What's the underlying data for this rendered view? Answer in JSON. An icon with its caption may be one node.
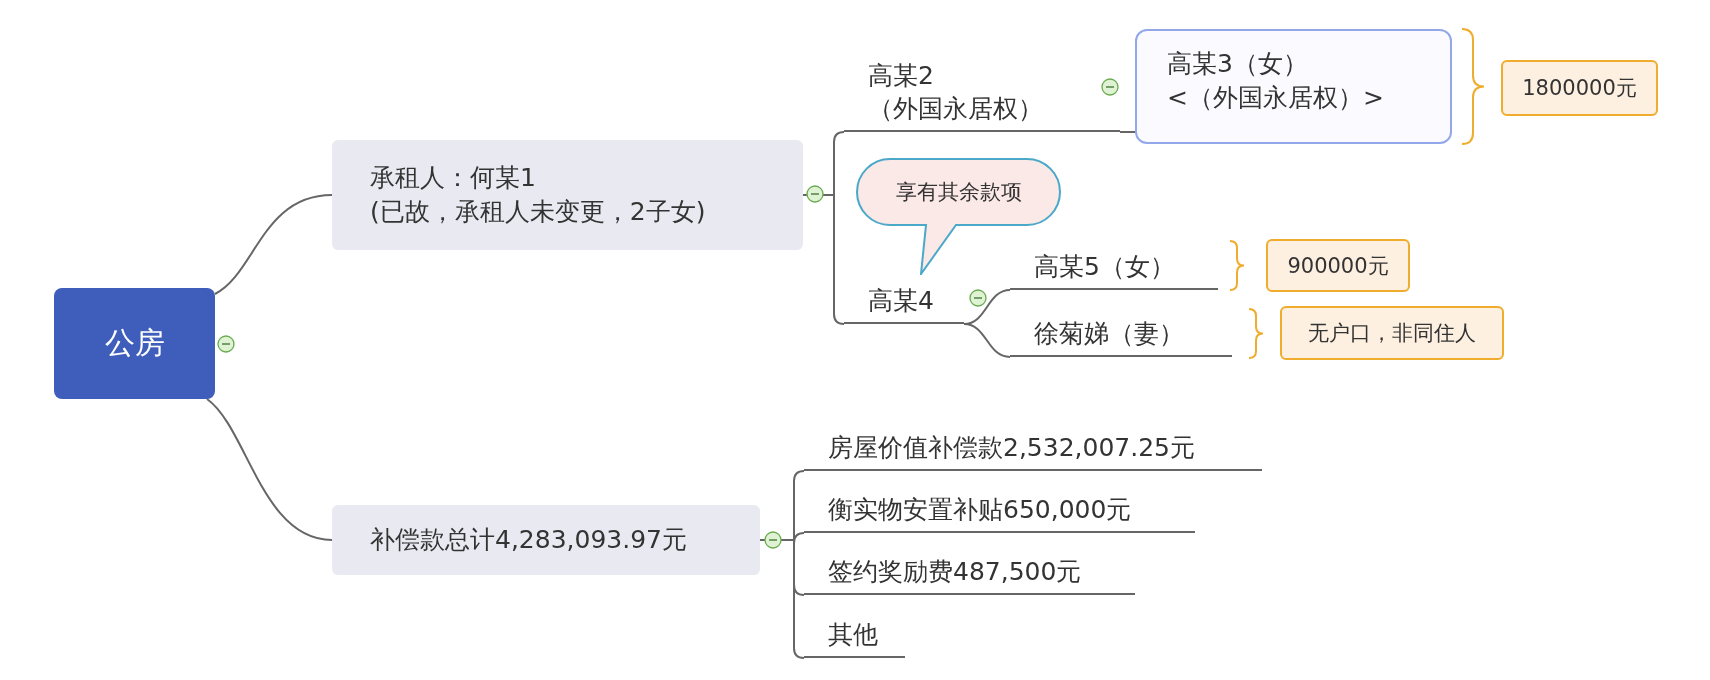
{
  "diagram": {
    "nodes": [
      {
        "text": [
          "公房"
        ]
      },
      {
        "text": [
          "承租人：何某1",
          "(已故，承租人未变更，2子女)"
        ]
      },
      {
        "text": [
          "补偿款总计4,283,093.97元"
        ]
      },
      {
        "text": [
          "高某2",
          "（外国永居权）"
        ]
      },
      {
        "text": [
          "高某3（女）",
          "<（外国永居权）>"
        ]
      },
      {
        "text": [
          "1800000元"
        ]
      },
      {
        "text": [
          "享有其余款项"
        ]
      },
      {
        "text": [
          "高某4"
        ]
      },
      {
        "text": [
          "高某5（女）"
        ]
      },
      {
        "text": [
          "900000元"
        ]
      },
      {
        "text": [
          "徐菊娣（妻）"
        ]
      },
      {
        "text": [
          "无户口，非同住人"
        ]
      },
      {
        "text": [
          "房屋价值补偿款2,532,007.25元"
        ]
      },
      {
        "text": [
          "衡实物安置补贴650,000元"
        ]
      },
      {
        "text": [
          "签约奖励费487,500元"
        ]
      },
      {
        "text": [
          "其他"
        ]
      }
    ],
    "edges": [
      {
        "from": 0,
        "to": 1,
        "arrow": "none"
      },
      {
        "from": 0,
        "to": 2,
        "arrow": "none"
      },
      {
        "from": 1,
        "to": 3,
        "arrow": "none"
      },
      {
        "from": 3,
        "to": 4,
        "arrow": "none"
      },
      {
        "from": 1,
        "to": 7,
        "arrow": "none"
      },
      {
        "from": 7,
        "to": 8,
        "arrow": "none"
      },
      {
        "from": 7,
        "to": 10,
        "arrow": "none"
      },
      {
        "from": 2,
        "to": 12,
        "arrow": "none"
      },
      {
        "from": 2,
        "to": 13,
        "arrow": "none"
      },
      {
        "from": 2,
        "to": 14,
        "arrow": "none"
      },
      {
        "from": 2,
        "to": 15,
        "arrow": "none"
      }
    ]
  }
}
